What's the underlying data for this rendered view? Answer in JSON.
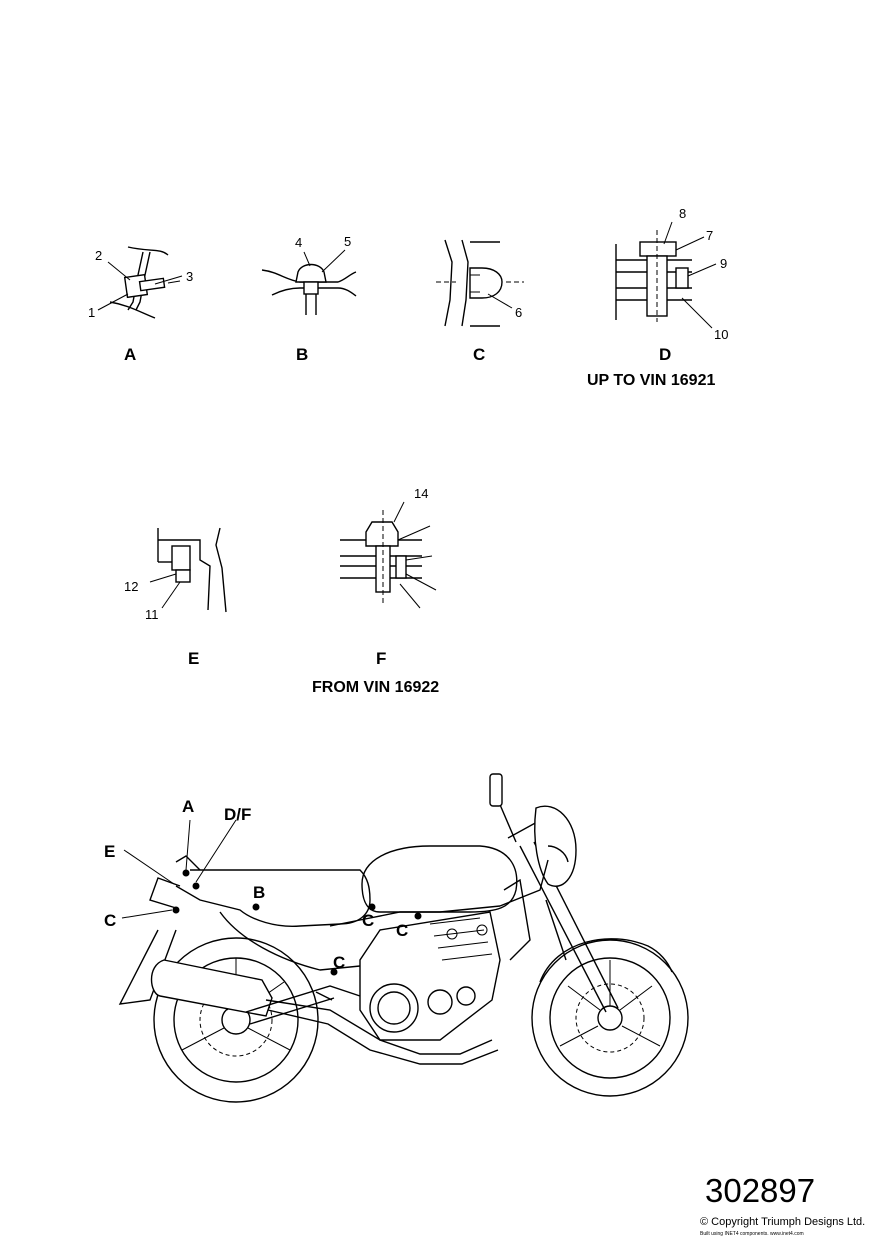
{
  "details": [
    {
      "id": "A",
      "label": "A",
      "caption": "",
      "parts": [
        "1",
        "2",
        "3"
      ]
    },
    {
      "id": "B",
      "label": "B",
      "caption": "",
      "parts": [
        "4",
        "5"
      ]
    },
    {
      "id": "C",
      "label": "C",
      "caption": "",
      "parts": [
        "6"
      ]
    },
    {
      "id": "D",
      "label": "D",
      "caption": "UP TO VIN 16921",
      "parts": [
        "7",
        "8",
        "9",
        "10"
      ]
    },
    {
      "id": "E",
      "label": "E",
      "caption": "",
      "parts": [
        "11",
        "12"
      ]
    },
    {
      "id": "F",
      "label": "F",
      "caption": "FROM VIN 16922",
      "parts": [
        "14"
      ]
    }
  ],
  "motorcycle_callouts": [
    "A",
    "D/F",
    "E",
    "B",
    "C",
    "C",
    "C",
    "C"
  ],
  "reference_number": "302897",
  "copyright": "© Copyright Triumph Designs Ltd.",
  "built_with": "Built using INET4 components. www.inet4.com"
}
